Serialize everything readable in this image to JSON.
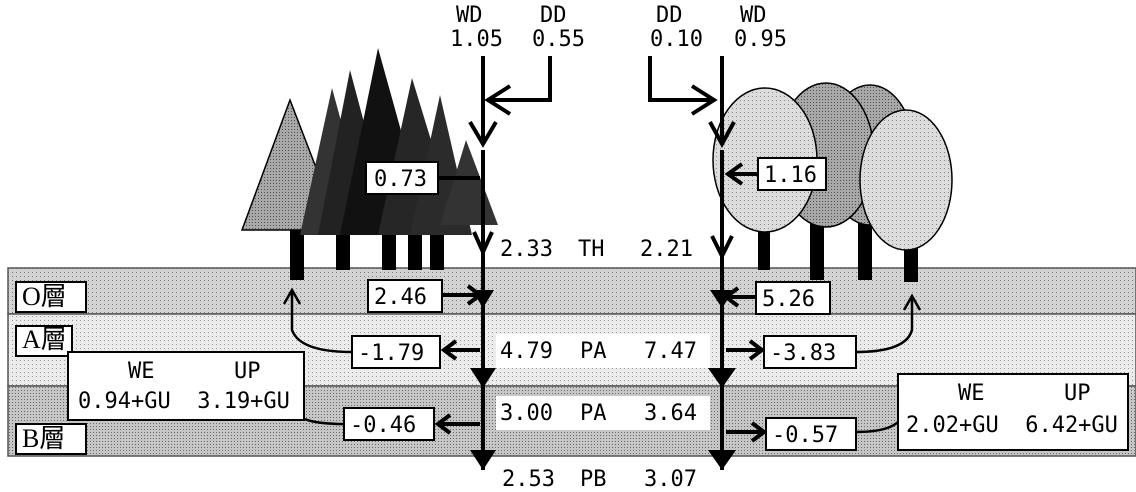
{
  "flows": {
    "conifer": {
      "wd_label": "WD",
      "wd_value": "1.05",
      "dd_label": "DD",
      "dd_value": "0.55",
      "canopy": "0.73",
      "th": "2.33",
      "o_layer": "2.46",
      "a_layer": "-1.79",
      "pa": "4.79",
      "b_layer": "-0.46",
      "pa_b": "3.00",
      "pb": "2.53",
      "we_up_header": "WE      UP",
      "we_up_values": "0.94+GU  3.19+GU"
    },
    "broadleaf": {
      "dd_label": "DD",
      "dd_value": "0.10",
      "wd_label": "WD",
      "wd_value": "0.95",
      "canopy": "1.16",
      "th": "2.21",
      "o_layer": "5.26",
      "a_layer": "-3.83",
      "pa": "7.47",
      "b_layer": "-0.57",
      "pa_b": "3.64",
      "pb": "3.07",
      "we_up_header": "WE      UP",
      "we_up_values": "2.02+GU  6.42+GU"
    },
    "th_label": "TH",
    "pa_label": "PA",
    "pb_label": "PB"
  },
  "layers": {
    "o": "O層",
    "a": "A層",
    "b": "B層"
  },
  "colors": {
    "o_layer": "#c8c8c8",
    "a_layer": "#e2e2e2",
    "b_layer": "#bdbdbd",
    "conifer": "#333333",
    "broadleaf_front": "#d8d8d8",
    "broadleaf_back": "#a0a0a0"
  }
}
